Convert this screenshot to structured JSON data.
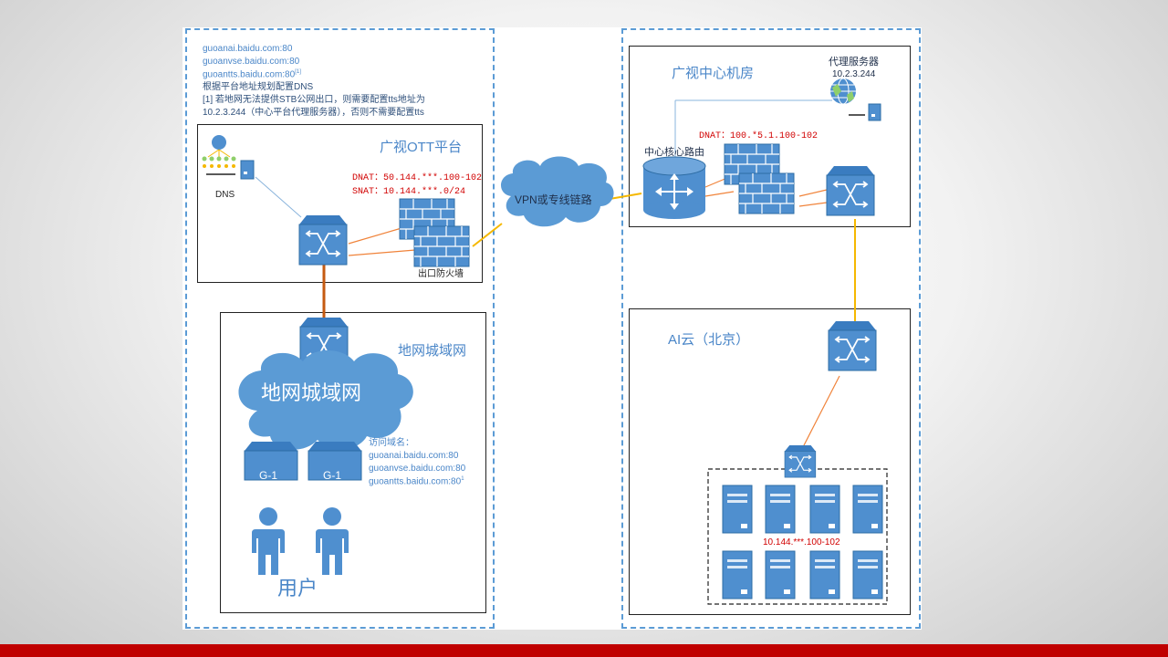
{
  "left_notes": [
    "guoanai.baidu.com:80",
    "guoanvse.baidu.com:80",
    "guoantts.baidu.com:80",
    "根据平台地址规划配置DNS",
    "[1] 若地网无法提供STB公网出口，则需要配置tts地址为",
    "10.2.3.244（中心平台代理服务器），否则不需要配置tts"
  ],
  "left_notes_footnote_mark": "[1]",
  "ott": {
    "title": "广视OTT平台",
    "dns_label": "DNS",
    "dnat": "DNAT：50.144.***.100-102",
    "snat": "SNAT：10.144.***.0/24",
    "firewall_label": "出口防火墙"
  },
  "metro": {
    "title": "地网城域网",
    "cloud_label": "地网城域网",
    "box1_label": "G-1",
    "box2_label": "G-1",
    "users_label": "用户",
    "domains_title": "访问域名：",
    "domains": [
      "guoanai.baidu.com:80",
      "guoanvse.baidu.com:80",
      "guoantts.baidu.com:80"
    ],
    "domains_footnote_mark": "1"
  },
  "vpn_label": "VPN或专线链路",
  "center": {
    "title": "广视中心机房",
    "proxy_title": "代理服务器",
    "proxy_ip": "10.2.3.244",
    "core_router_label": "中心核心路由",
    "dnat": "DNAT：100.*5.1.100-102"
  },
  "ai_cloud": {
    "title": "AI云（北京）",
    "server_ip": "10.144.***.100-102"
  },
  "colors": {
    "device_blue": "#4f8fcf",
    "accent_blue": "#5b9bd5",
    "line_orange": "#f0833a",
    "line_dark_orange": "#c55a11",
    "line_gold": "#f5b800",
    "line_light_blue": "#8ab4dc",
    "text_red": "#d10000",
    "bottom_bar": "#c00000"
  }
}
